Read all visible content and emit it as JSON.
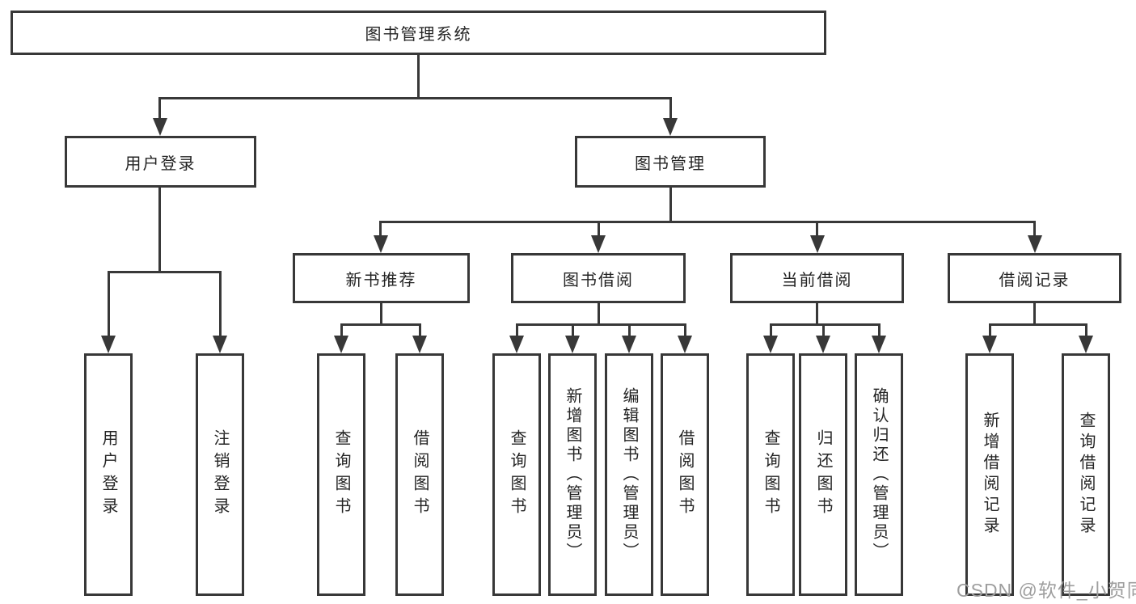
{
  "diagram": {
    "root_label": "图书管理系统",
    "level2": [
      "用户登录",
      "图书管理"
    ],
    "level3": [
      "新书推荐",
      "图书借阅",
      "当前借阅",
      "借阅记录"
    ],
    "level4": [
      "用户登录",
      "注销登录",
      "查询图书",
      "借阅图书",
      "查询图书",
      "新增图书（管理员）",
      "编辑图书（管理员）",
      "借阅图书",
      "查询图书",
      "归还图书",
      "确认归还（管理员）",
      "新增借阅记录",
      "查询借阅记录"
    ]
  },
  "watermark": "CSDN @软件_小贺同学",
  "colors": {
    "line": "#383838",
    "text": "#242424",
    "watermark": "#9e9e9e",
    "background": "#ffffff"
  }
}
